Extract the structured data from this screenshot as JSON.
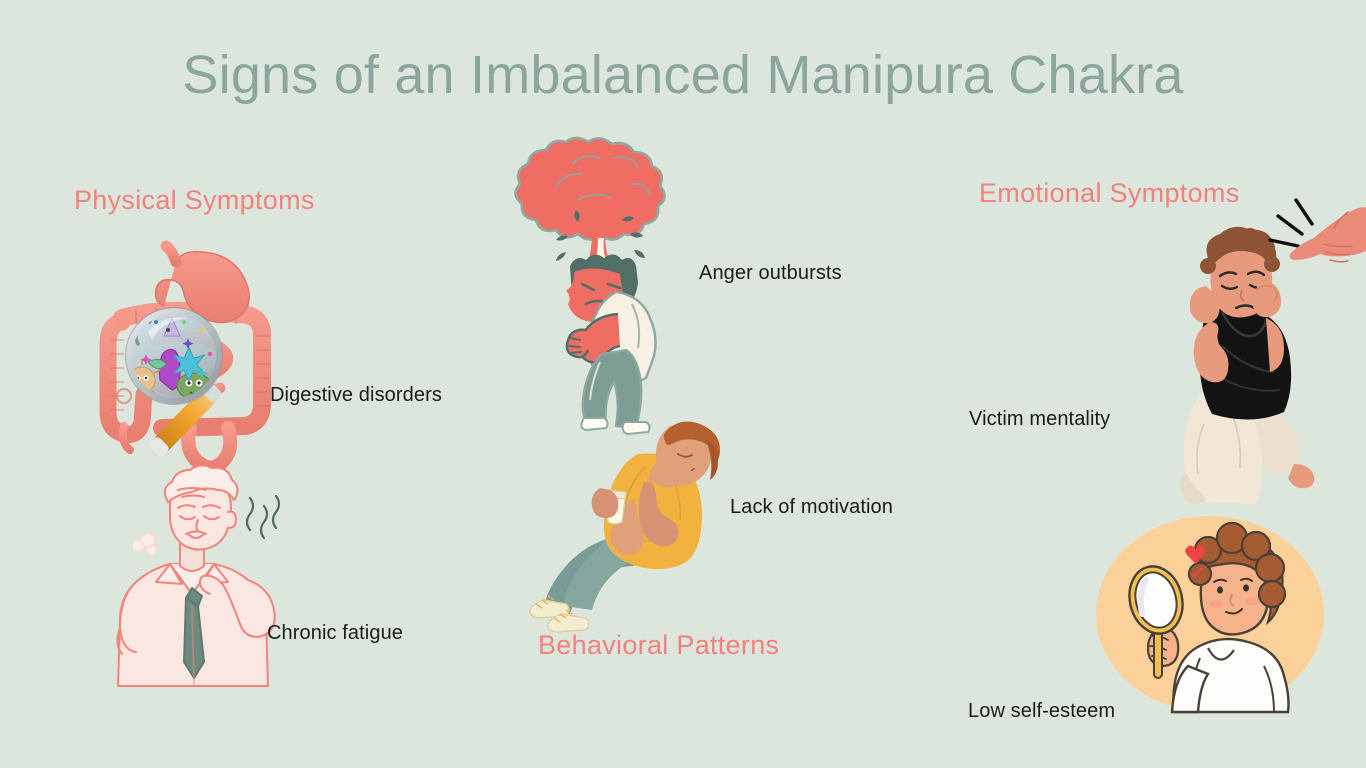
{
  "page": {
    "title": "Signs of an Imbalanced Manipura Chakra",
    "background_color": "#dde6dc",
    "title_color": "#8aa69f",
    "heading_color": "#f4827c",
    "label_color": "#1b1b1b"
  },
  "sections": [
    {
      "id": "physical",
      "heading": "Physical Symptoms",
      "items": [
        {
          "label": "Digestive disorders",
          "illustration": "digestive-system-magnifier-illustration"
        },
        {
          "label": "Chronic fatigue",
          "illustration": "tired-elderly-man-illustration"
        }
      ]
    },
    {
      "id": "behavioral",
      "heading": "Behavioral Patterns",
      "items": [
        {
          "label": "Anger outbursts",
          "illustration": "exploding-head-person-illustration"
        },
        {
          "label": "Lack of motivation",
          "illustration": "slumped-person-coffee-illustration"
        }
      ]
    },
    {
      "id": "emotional",
      "heading": "Emotional Symptoms",
      "items": [
        {
          "label": "Victim mentality",
          "illustration": "kneeling-person-pointing-hand-illustration"
        },
        {
          "label": "Low self-esteem",
          "illustration": "woman-hand-mirror-illustration"
        }
      ]
    }
  ],
  "palette": {
    "sage_background": "#dde6dc",
    "coral": "#f4827c",
    "coral_deep": "#ef6d63",
    "salmon_organ": "#f0897c",
    "salmon_skin": "#ea8a79",
    "teal_sage": "#85a69c",
    "teal_dark": "#5f8178",
    "cream": "#f6f1e2",
    "amber": "#f3b03f",
    "gold": "#e8a33a",
    "peach_bg": "#fbd199",
    "brown_hair": "#9e5c37",
    "black_shirt": "#131313",
    "white_top": "#fdfdfb",
    "heart_red": "#ef4444"
  }
}
